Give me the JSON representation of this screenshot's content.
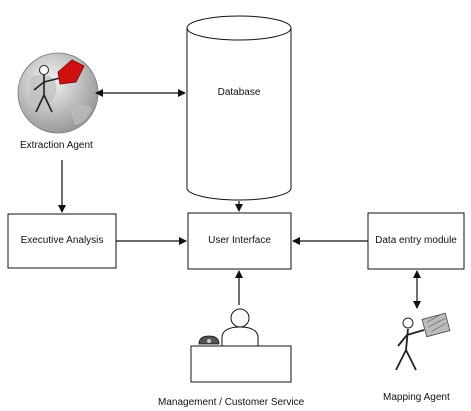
{
  "nodes": {
    "database": {
      "label": "Database"
    },
    "extraction_agent": {
      "label": "Extraction Agent"
    },
    "executive_analysis": {
      "label": "Executive Analysis"
    },
    "user_interface": {
      "label": "User Interface"
    },
    "data_entry_module": {
      "label": "Data entry module"
    },
    "management": {
      "label": "Management / Customer Service"
    },
    "mapping_agent": {
      "label": "Mapping Agent"
    }
  },
  "edges": [
    {
      "from": "extraction_agent",
      "to": "database",
      "direction": "both"
    },
    {
      "from": "extraction_agent",
      "to": "executive_analysis",
      "direction": "forward"
    },
    {
      "from": "database",
      "to": "user_interface",
      "direction": "forward"
    },
    {
      "from": "executive_analysis",
      "to": "user_interface",
      "direction": "forward"
    },
    {
      "from": "data_entry_module",
      "to": "user_interface",
      "direction": "forward"
    },
    {
      "from": "management",
      "to": "user_interface",
      "direction": "forward"
    },
    {
      "from": "mapping_agent",
      "to": "data_entry_module",
      "direction": "both"
    }
  ],
  "colors": {
    "line": "#111111",
    "box_fill": "#ffffff",
    "globe_fill": "#dcdcdc",
    "accent_red": "#d01010"
  }
}
